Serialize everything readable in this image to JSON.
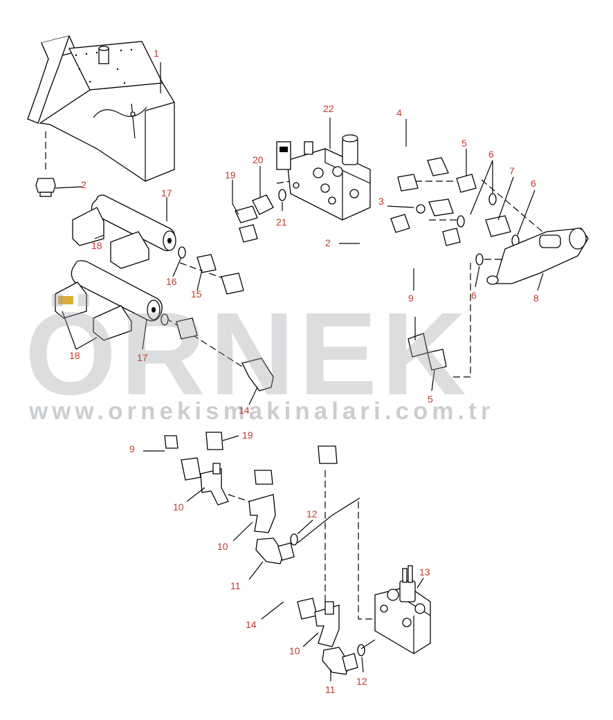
{
  "watermark": {
    "brand": "ÖRNEK",
    "url": "www.ornekismakinalari.com.tr"
  },
  "callouts": [
    {
      "id": "c1",
      "label": "1"
    },
    {
      "id": "c2a",
      "label": "2"
    },
    {
      "id": "c2b",
      "label": "2"
    },
    {
      "id": "c3",
      "label": "3"
    },
    {
      "id": "c4",
      "label": "4"
    },
    {
      "id": "c5a",
      "label": "5"
    },
    {
      "id": "c5b",
      "label": "5"
    },
    {
      "id": "c6a",
      "label": "6"
    },
    {
      "id": "c6b",
      "label": "6"
    },
    {
      "id": "c6c",
      "label": "6"
    },
    {
      "id": "c7",
      "label": "7"
    },
    {
      "id": "c8",
      "label": "8"
    },
    {
      "id": "c9a",
      "label": "9"
    },
    {
      "id": "c9b",
      "label": "9"
    },
    {
      "id": "c10a",
      "label": "10"
    },
    {
      "id": "c10b",
      "label": "10"
    },
    {
      "id": "c10c",
      "label": "10"
    },
    {
      "id": "c11a",
      "label": "11"
    },
    {
      "id": "c11b",
      "label": "11"
    },
    {
      "id": "c12a",
      "label": "12"
    },
    {
      "id": "c12b",
      "label": "12"
    },
    {
      "id": "c13",
      "label": "13"
    },
    {
      "id": "c14a",
      "label": "14"
    },
    {
      "id": "c14b",
      "label": "14"
    },
    {
      "id": "c15",
      "label": "15"
    },
    {
      "id": "c16",
      "label": "16"
    },
    {
      "id": "c17a",
      "label": "17"
    },
    {
      "id": "c17b",
      "label": "17"
    },
    {
      "id": "c18a",
      "label": "18"
    },
    {
      "id": "c18b",
      "label": "18"
    },
    {
      "id": "c19a",
      "label": "19"
    },
    {
      "id": "c19b",
      "label": "19"
    },
    {
      "id": "c20",
      "label": "20"
    },
    {
      "id": "c21",
      "label": "21"
    },
    {
      "id": "c22",
      "label": "22"
    }
  ]
}
